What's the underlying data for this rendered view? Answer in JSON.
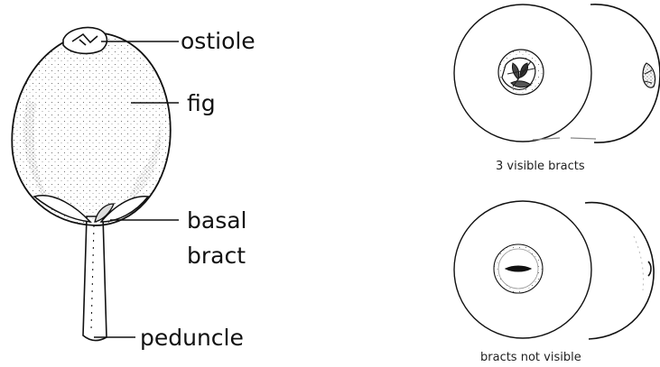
{
  "labels": {
    "ostiole": "ostiole",
    "fig": "fig",
    "basal_line1": "basal",
    "basal_line2": "bract",
    "peduncle": "peduncle"
  },
  "captions": {
    "top": "3 visible bracts",
    "bottom": "bracts not visible"
  }
}
